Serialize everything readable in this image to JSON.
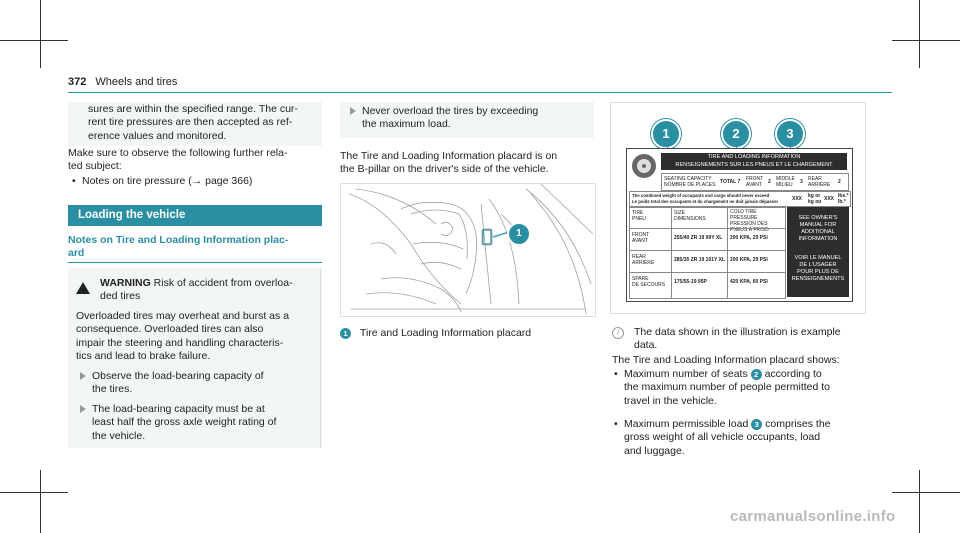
{
  "header": {
    "page_number": "372",
    "title": "Wheels and tires"
  },
  "left_column": {
    "intro_text": "sures are within the specified range. The current tire pressures are then accepted as reference values and monitored.",
    "intro_lines": [
      "sures are within the specified range. The cur-",
      "rent tire pressures are then accepted as ref-",
      "erence values and monitored."
    ],
    "make_sure_lines": [
      "Make sure to observe the following further rela-",
      "ted subject:"
    ],
    "bullet_text": "Notes on tire pressure (→ page 366)",
    "section_title": "Loading the vehicle",
    "subsection_title_lines": [
      "Notes on Tire and Loading Information plac-",
      "ard"
    ],
    "warning_label": "WARNING",
    "warning_lines": [
      "Risk of accident from overloa-",
      "ded tires"
    ],
    "warning_body_lines": [
      "Overloaded tires may overheat and burst as a",
      "consequence. Overloaded tires can also",
      "impair the steering and handling characteris-",
      "tics and lead to brake failure."
    ],
    "step1_lines": [
      "Observe the load-bearing capacity of",
      "the tires."
    ],
    "step2_lines": [
      "The load-bearing capacity must be at",
      "least half the gross axle weight rating of",
      "the vehicle."
    ]
  },
  "middle_column": {
    "step3_lines": [
      "Never overload the tires by exceeding",
      "the maximum load."
    ],
    "para_lines": [
      "The Tire and Loading Information placard is on",
      "the B-pillar on the driver's side of the vehicle."
    ],
    "figure_callout": "1",
    "caption_number": "1",
    "caption_text": "Tire and Loading Information placard"
  },
  "right_column": {
    "callouts": [
      "1",
      "2",
      "3"
    ],
    "placard": {
      "title_line1": "TIRE AND LOADING INFORMATION",
      "title_line2": "RENSEIGNEMENTS SUR LES PNEUS ET LE CHARGEMENT",
      "seating_line1": "SEATING CAPACITY",
      "seating_line2": "NOMBRE DE PLACES",
      "total_label": "TOTAL",
      "total_value": "7",
      "front_label1": "FRONT",
      "front_label2": "AVANT",
      "front_value": "2",
      "middle_label1": "MIDDLE",
      "middle_label2": "MILIEU",
      "middle_value": "3",
      "rear_label1": "REAR",
      "rear_label2": "ARRIÈRE",
      "rear_value": "2",
      "combined_line1": "The combined weight of occupants and cargo should never exceed",
      "combined_line2": "Le poids total des occupants et du chargement ne doit jamais dépasser",
      "xxx1": "XXX",
      "kg_or": "kg or",
      "xxx2": "XXX",
      "lbs": "lbs.*",
      "kg_ou": "kg ou",
      "lb": "lb.*",
      "tire_label1": "TIRE",
      "tire_label2": "PNEU",
      "size_label1": "SIZE",
      "size_label2": "DIMENSIONS",
      "cold_line1": "COLD TIRE PRESSURE",
      "cold_line2": "PRESSION DES",
      "cold_line3": "PNEUS À FROID",
      "front_row1": "FRONT",
      "front_row2": "AVANT",
      "front_size": "255/40 ZR 19 99Y XL",
      "front_pressure": "200 KPA, 29 PSI",
      "rear_row1": "REAR",
      "rear_row2": "ARRIÈRE",
      "rear_size": "285/35 ZR 19 101Y XL",
      "rear_pressure": "200 KPA, 29 PSI",
      "spare_row1": "SPARE",
      "spare_row2": "DE SECOURS",
      "spare_size": "175/55-19 95P",
      "spare_pressure": "420 KPA, 60 PSI",
      "owner_line1": "SEE OWNER'S",
      "owner_line2": "MANUAL FOR",
      "owner_line3": "ADDITIONAL",
      "owner_line4": "INFORMATION",
      "voir_line1": "VOIR LE MANUEL",
      "voir_line2": "DE L'USAGER",
      "voir_line3": "POUR PLUS DE",
      "voir_line4": "RENSEIGNEMENTS"
    },
    "note_lines": [
      "The data shown in the illustration is example",
      "data."
    ],
    "shows_line": "The Tire and Loading Information placard shows:",
    "bullet1_lines": [
      "Maximum number of seats",
      "according to",
      "the maximum number of people permitted to",
      "travel in the vehicle."
    ],
    "bullet1_callout": "2",
    "bullet2_lines": [
      "Maximum permissible load",
      "comprises the",
      "gross weight of all vehicle occupants, load",
      "and luggage."
    ],
    "bullet2_callout": "3"
  },
  "footer": {
    "watermark": "carmanualsonline.info"
  },
  "colors": {
    "accent": "#2b8fa3",
    "shade": "#eef2f3",
    "dark": "#2d2d2d"
  }
}
